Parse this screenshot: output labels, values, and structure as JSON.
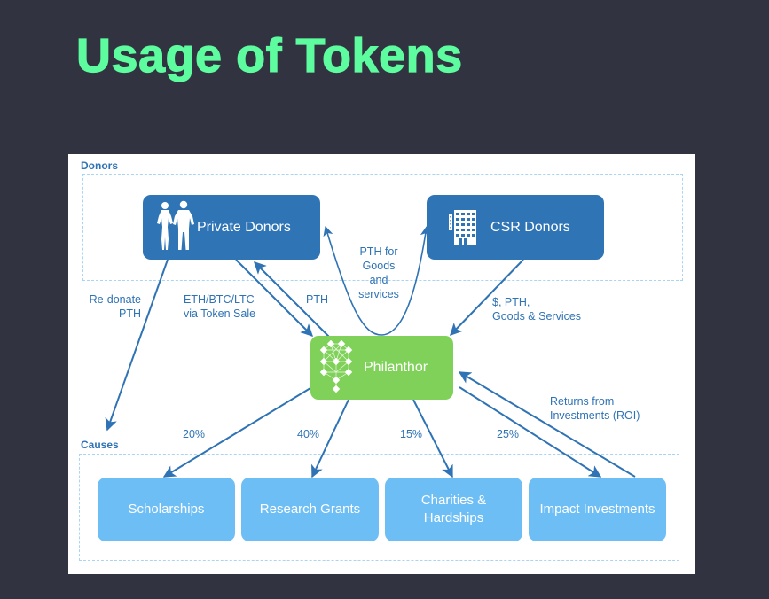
{
  "slide": {
    "title": "Usage of Tokens",
    "title_color": "#5dfc9f",
    "background_color": "#313440"
  },
  "diagram": {
    "groups": {
      "donors": {
        "label": "Donors"
      },
      "causes": {
        "label": "Causes"
      }
    },
    "nodes": {
      "private_donors": {
        "label": "Private Donors",
        "icon": "people-icon",
        "color": "#2f74b5"
      },
      "csr_donors": {
        "label": "CSR Donors",
        "icon": "building-icon",
        "color": "#2f74b5"
      },
      "philanthor": {
        "label": "Philanthor",
        "icon": "network-tree-icon",
        "color": "#7fd159"
      },
      "scholarships": {
        "label": "Scholarships",
        "color": "#6ebef6"
      },
      "research_grants": {
        "label": "Research Grants",
        "color": "#6ebef6"
      },
      "charities": {
        "label_line1": "Charities &",
        "label_line2": "Hardships",
        "color": "#6ebef6"
      },
      "impact_investments": {
        "label": "Impact Investments",
        "color": "#6ebef6"
      }
    },
    "edges": [
      {
        "id": "redonate",
        "from": "private_donors",
        "to": "causes",
        "label_line1": "Re-donate",
        "label_line2": "PTH"
      },
      {
        "id": "token_sale",
        "from": "private_donors",
        "to": "philanthor",
        "label_line1": "ETH/BTC/LTC",
        "label_line2": "via Token Sale"
      },
      {
        "id": "pth_back",
        "from": "philanthor",
        "to": "private_donors",
        "label": "PTH"
      },
      {
        "id": "goods",
        "from": "philanthor",
        "to": "private_donors, csr_donors",
        "label_line1": "PTH for",
        "label_line2": "Goods",
        "label_line3": "and",
        "label_line4": "services"
      },
      {
        "id": "csr_in",
        "from": "csr_donors",
        "to": "philanthor",
        "label_line1": "$, PTH,",
        "label_line2": "Goods & Services"
      },
      {
        "id": "to_scholarships",
        "from": "philanthor",
        "to": "scholarships",
        "label": "20%",
        "share_percent": 20
      },
      {
        "id": "to_research",
        "from": "philanthor",
        "to": "research_grants",
        "label": "40%",
        "share_percent": 40
      },
      {
        "id": "to_charities",
        "from": "philanthor",
        "to": "charities",
        "label": "15%",
        "share_percent": 15
      },
      {
        "id": "to_impact",
        "from": "philanthor",
        "to": "impact_investments",
        "label": "25%",
        "share_percent": 25
      },
      {
        "id": "roi",
        "from": "impact_investments",
        "to": "philanthor",
        "label_line1": "Returns from",
        "label_line2": "Investments (ROI)"
      }
    ],
    "edge_color": "#2f73b5",
    "group_border_color": "#a9d4f3"
  }
}
